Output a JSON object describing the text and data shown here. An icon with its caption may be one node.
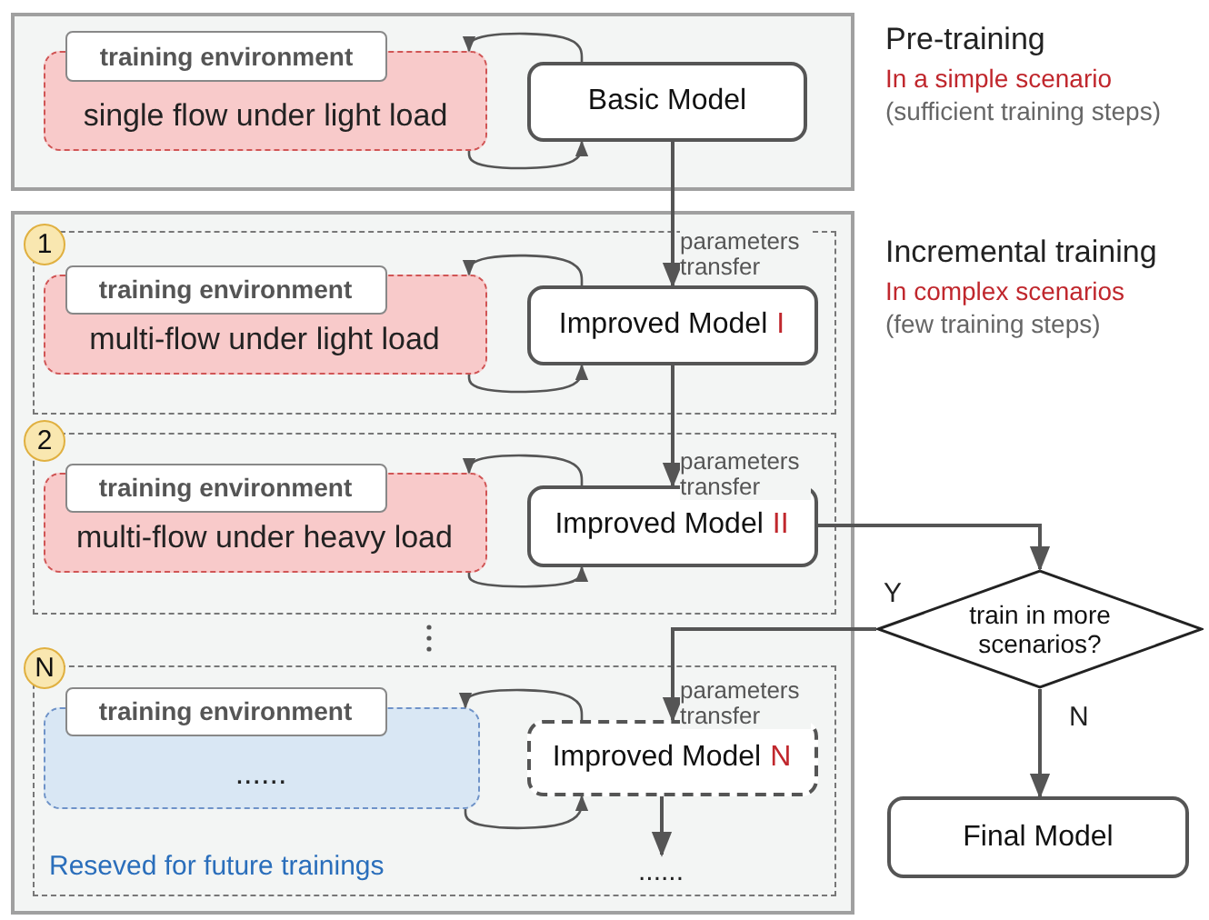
{
  "diagram": {
    "nodes": [
      {
        "text": [
          "Pre-training",
          "In a simple scenario",
          "(sufficient training steps)"
        ]
      },
      {
        "text": [
          "single flow under light load"
        ],
        "in": 0
      },
      {
        "text": [
          "training environment"
        ],
        "in": 1
      },
      {
        "text": [
          "Basic Model"
        ],
        "in": 0
      },
      {
        "text": [
          "Incremental training",
          "In complex scenarios",
          "(few training steps)"
        ]
      },
      {
        "text": [],
        "shape": "box",
        "in": 4
      },
      {
        "text": [
          "1"
        ],
        "in": 4
      },
      {
        "text": [
          "multi-flow under light load"
        ],
        "in": 5
      },
      {
        "text": [
          "training environment"
        ],
        "in": 7
      },
      {
        "text": [
          "Improved Model",
          "I"
        ],
        "in": 5
      },
      {
        "text": [],
        "shape": "box",
        "in": 4
      },
      {
        "text": [
          "2"
        ],
        "in": 4
      },
      {
        "text": [
          "multi-flow under heavy load"
        ],
        "in": 10
      },
      {
        "text": [
          "training environment"
        ],
        "in": 12
      },
      {
        "text": [
          "Improved Model",
          "II"
        ],
        "in": 10
      },
      {
        "text": [],
        "shape": "box",
        "in": 4
      },
      {
        "text": [
          "N"
        ],
        "in": 4
      },
      {
        "text": [
          "......"
        ],
        "in": 15
      },
      {
        "text": [
          "training environment"
        ],
        "in": 17
      },
      {
        "text": [
          "Improved Model",
          "N"
        ],
        "in": 15
      },
      {
        "text": [
          "......"
        ],
        "in": 15
      },
      {
        "text": [
          "train in more scenarios?"
        ]
      },
      {
        "text": [
          "Final Model"
        ]
      }
    ],
    "edges": [
      {
        "from": 3,
        "to": 1,
        "arrow": "to"
      },
      {
        "from": 1,
        "to": 3,
        "arrow": "to"
      },
      {
        "from": 3,
        "to": 9,
        "arrow": "to",
        "label": "parameters transfer"
      },
      {
        "from": 9,
        "to": 7,
        "arrow": "to"
      },
      {
        "from": 7,
        "to": 9,
        "arrow": "to"
      },
      {
        "from": 9,
        "to": 14,
        "arrow": "to",
        "label": "parameters transfer"
      },
      {
        "from": 14,
        "to": 12,
        "arrow": "to"
      },
      {
        "from": 12,
        "to": 14,
        "arrow": "to"
      },
      {
        "from": 14,
        "to": 21,
        "arrow": "to"
      },
      {
        "from": 21,
        "to": 19,
        "arrow": "to",
        "label": "Y"
      },
      {
        "from": 19,
        "to": 17,
        "arrow": "to"
      },
      {
        "from": 17,
        "to": 19,
        "arrow": "to"
      },
      {
        "from": 19,
        "to": 20,
        "arrow": "to"
      },
      {
        "from": 21,
        "to": 22,
        "arrow": "to",
        "label": "N"
      }
    ],
    "labels": [
      "parameters transfer",
      "Reseved for future trainings"
    ]
  }
}
